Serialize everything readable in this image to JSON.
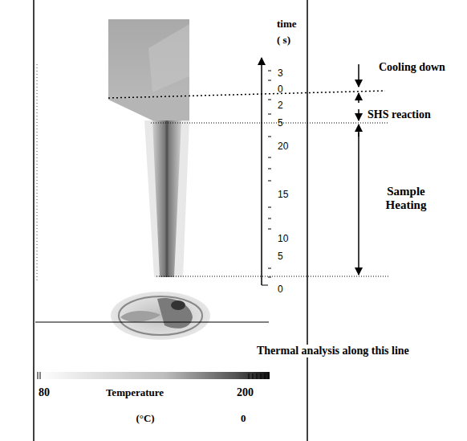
{
  "diagram": {
    "labels": [
      "time",
      "( s)",
      "3",
      "0",
      "2",
      "5",
      "20",
      "15",
      "10",
      "5",
      "0",
      "Cooling down",
      "SHS reaction",
      "Sample Heating",
      "Thermal analysis along this line",
      "80",
      "Temperature",
      "200",
      "(°C)",
      "0"
    ]
  }
}
